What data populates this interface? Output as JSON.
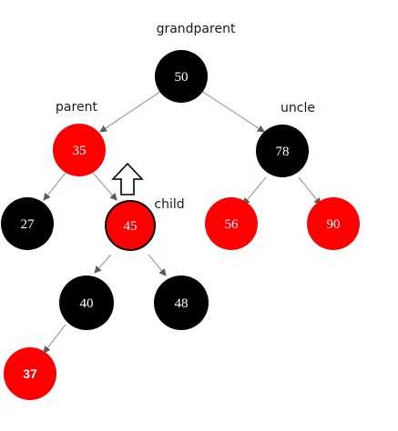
{
  "diagram": {
    "labels": {
      "grandparent": "grandparent",
      "parent": "parent",
      "uncle": "uncle",
      "child": "child"
    },
    "colors": {
      "black_node": "#000000",
      "red_node": "#ff0000",
      "edge": "#9a9a9a",
      "text_on_node": "#ffffff",
      "label_text": "#1a1a1a"
    },
    "nodes": {
      "n50": {
        "value": "50",
        "color": "black"
      },
      "n35": {
        "value": "35",
        "color": "red"
      },
      "n78": {
        "value": "78",
        "color": "black"
      },
      "n27": {
        "value": "27",
        "color": "black"
      },
      "n45": {
        "value": "45",
        "color": "red"
      },
      "n56": {
        "value": "56",
        "color": "red"
      },
      "n90": {
        "value": "90",
        "color": "red"
      },
      "n40": {
        "value": "40",
        "color": "black"
      },
      "n48": {
        "value": "48",
        "color": "black"
      },
      "n37": {
        "value": "37",
        "color": "red"
      }
    },
    "edges": [
      [
        "n50",
        "n35"
      ],
      [
        "n50",
        "n78"
      ],
      [
        "n35",
        "n27"
      ],
      [
        "n35",
        "n45"
      ],
      [
        "n78",
        "n56"
      ],
      [
        "n78",
        "n90"
      ],
      [
        "n45",
        "n40"
      ],
      [
        "n45",
        "n48"
      ],
      [
        "n40",
        "n37"
      ]
    ],
    "arrow_icon": "up-arrow-icon"
  }
}
